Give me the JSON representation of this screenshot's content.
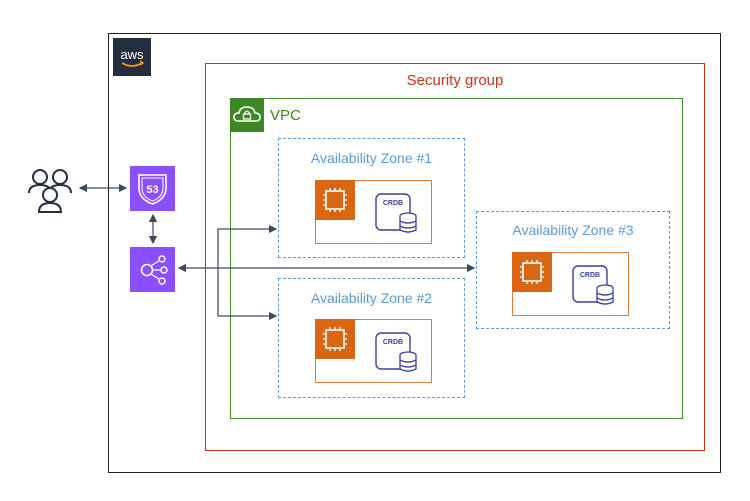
{
  "aws_logo": {
    "text": "aws",
    "icon": "aws-logo-icon"
  },
  "security_group": {
    "label": "Security group",
    "color": "#d13212"
  },
  "vpc": {
    "label": "VPC",
    "color": "#3f8624",
    "icon": "cloud-lock-icon"
  },
  "availability_zones": [
    {
      "label": "Availability Zone #1"
    },
    {
      "label": "Availability Zone #2"
    },
    {
      "label": "Availability Zone #3"
    }
  ],
  "database": {
    "label": "CRDB",
    "icon": "database-icon"
  },
  "services": {
    "users": {
      "icon": "users-icon"
    },
    "route53": {
      "label": "53",
      "icon": "route53-icon",
      "color": "#8c4fff"
    },
    "load_balancer": {
      "icon": "load-balancer-icon",
      "color": "#8c4fff"
    },
    "instance": {
      "icon": "ec2-chip-icon",
      "color": "#d86613"
    }
  },
  "colors": {
    "az_border": "#5a9bd4",
    "connector": "#3c4a5c"
  }
}
